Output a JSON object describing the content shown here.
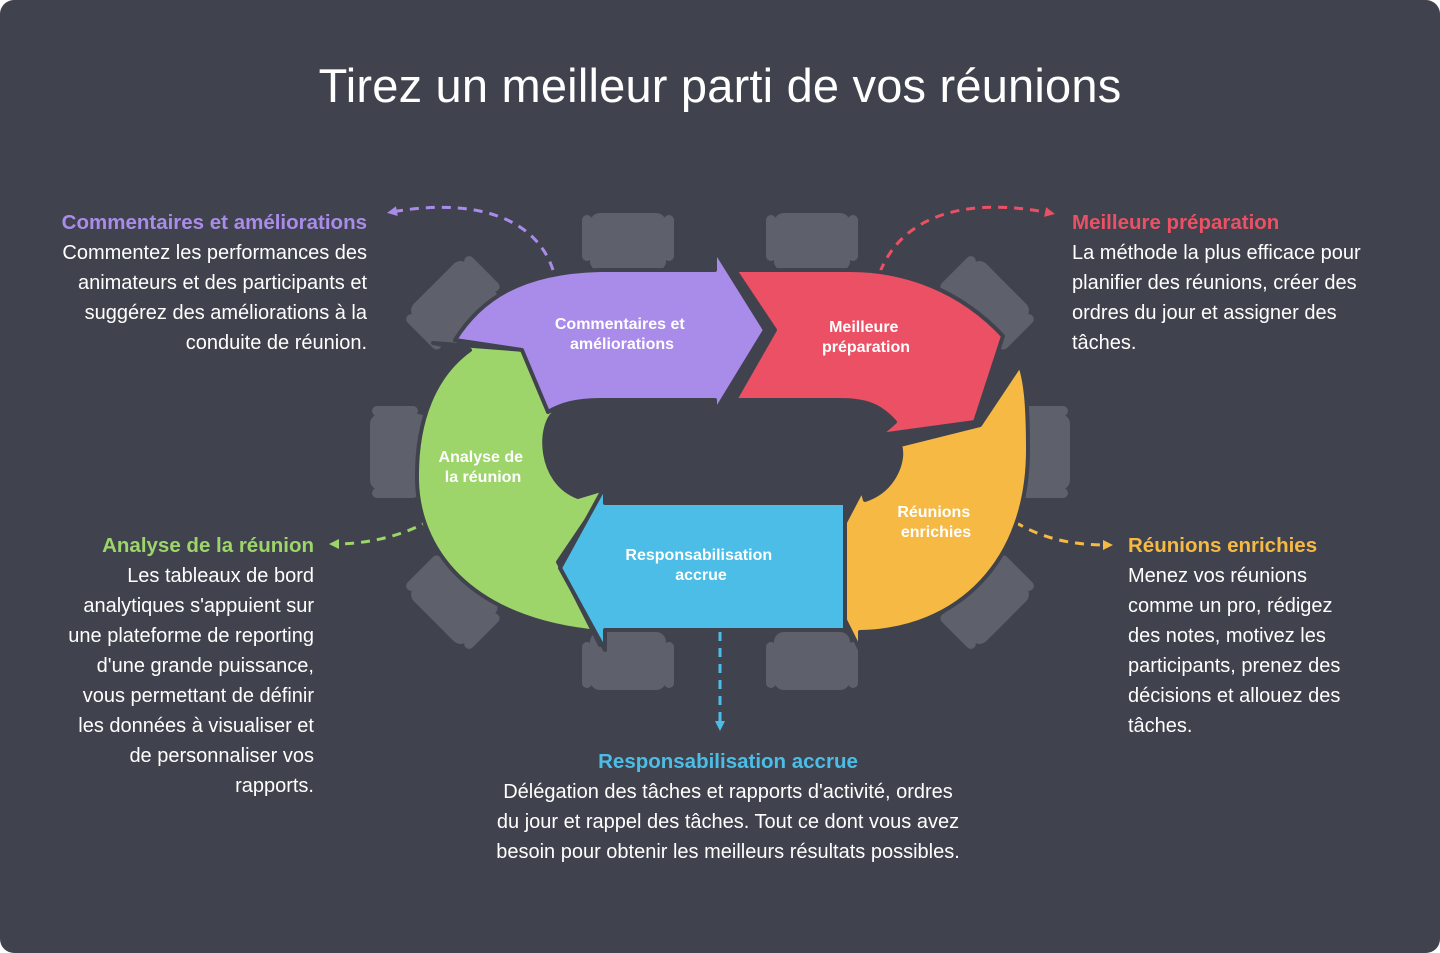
{
  "title": "Tirez un meilleur parti de vos réunions",
  "colors": {
    "background": "#40434d",
    "chair": "#5e616b",
    "purple": "#a98be9",
    "red": "#eb5064",
    "yellow": "#f5b944",
    "blue": "#4cbde6",
    "green": "#9dd56b"
  },
  "segments": {
    "commentaires": {
      "line1": "Commentaires et",
      "line2": "améliorations"
    },
    "preparation": {
      "line1": "Meilleure",
      "line2": "préparation"
    },
    "enrichies": {
      "line1": "Réunions",
      "line2": "enrichies"
    },
    "responsabilisation": {
      "line1": "Responsabilisation",
      "line2": "accrue"
    },
    "analyse": {
      "line1": "Analyse de",
      "line2": "la réunion"
    }
  },
  "blocks": {
    "commentaires": {
      "heading": "Commentaires et améliorations",
      "text": "Commentez les performances des animateurs et des participants et suggérez des améliorations à la conduite de réunion."
    },
    "preparation": {
      "heading": "Meilleure préparation",
      "text": "La méthode la plus efficace pour planifier des réunions, créer des ordres du jour et assigner des tâches."
    },
    "enrichies": {
      "heading": "Réunions enrichies",
      "text": "Menez vos réunions comme un pro, rédigez des notes, motivez les participants, prenez des décisions et allouez des tâches."
    },
    "analyse": {
      "heading": "Analyse de la réunion",
      "text": "Les tableaux de bord analytiques s'appuient sur une plateforme de reporting d'une grande puissance, vous permettant de définir les données à visualiser et de personnaliser vos rapports."
    },
    "responsabilisation": {
      "heading": "Responsabilisation accrue",
      "text": "Délégation des tâches et rapports d'activité, ordres du jour et rappel des tâches. Tout ce dont vous avez besoin pour obtenir les meilleurs résultats possibles."
    }
  }
}
